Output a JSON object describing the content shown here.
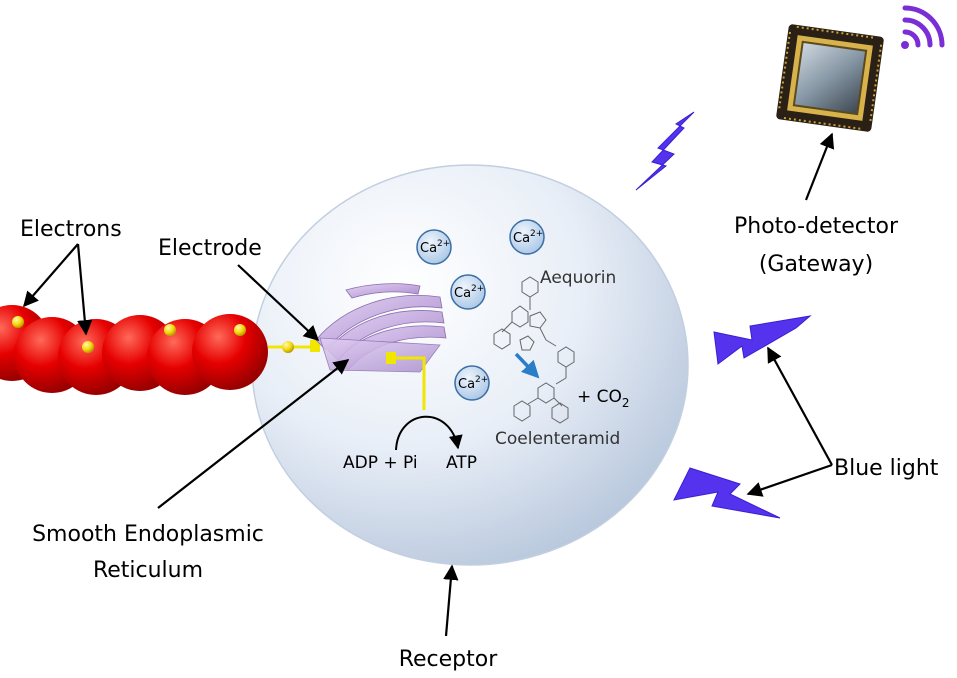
{
  "labels": {
    "electrons": "Electrons",
    "electrode": "Electrode",
    "photo_detector_line1": "Photo-detector",
    "photo_detector_line2": "(Gateway)",
    "blue_light": "Blue light",
    "smooth_er_line1": "Smooth Endoplasmic",
    "smooth_er_line2": "Reticulum",
    "receptor": "Receptor",
    "aequorin": "Aequorin",
    "coelenteramid": "Coelenteramid",
    "co2_prefix": "+ CO",
    "co2_sub": "2",
    "adp_pi": "ADP + Pi",
    "atp": "ATP",
    "calcium_ions": [
      {
        "base": "Ca",
        "sup": "2+"
      },
      {
        "base": "Ca",
        "sup": "2+"
      },
      {
        "base": "Ca",
        "sup": "2+"
      },
      {
        "base": "Ca",
        "sup": "2+"
      }
    ]
  },
  "colors": {
    "electron_sphere": "#e60000",
    "electron_dot": "#f5d90a",
    "connector": "#f0e600",
    "er_fill": "#c9a9e6",
    "cell_fill": "#dde6f2",
    "ion_fill": "#c7daf0",
    "ion_stroke": "#3a6ea5",
    "lightning": "#5533ee",
    "wifi": "#7a2fd6",
    "reaction_arrow": "#2a7ec8"
  },
  "icons": [
    "lightning-bolt-icon",
    "wifi-signal-icon",
    "photo-detector-chip-icon"
  ]
}
